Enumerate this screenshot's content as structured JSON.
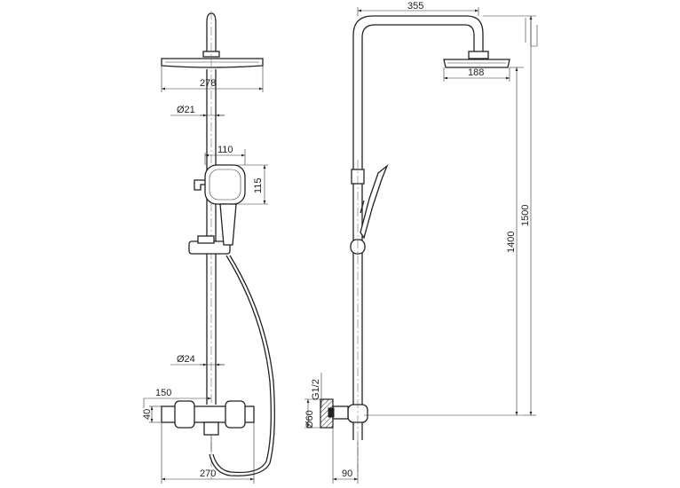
{
  "front_view": {
    "head_width": "278",
    "pipe_diameter": "Ø21",
    "handshower_width": "110",
    "handshower_height": "115",
    "riser_diameter": "Ø24",
    "valve_offset": "150",
    "valve_height_partial": "40",
    "valve_width": "270"
  },
  "side_view": {
    "arm_reach": "355",
    "head_diameter": "188",
    "total_height": "1500",
    "outlet_height": "1400",
    "inlet_diameter": "Ø60",
    "inlet_thread": "G1/2",
    "wall_offset": "90"
  }
}
